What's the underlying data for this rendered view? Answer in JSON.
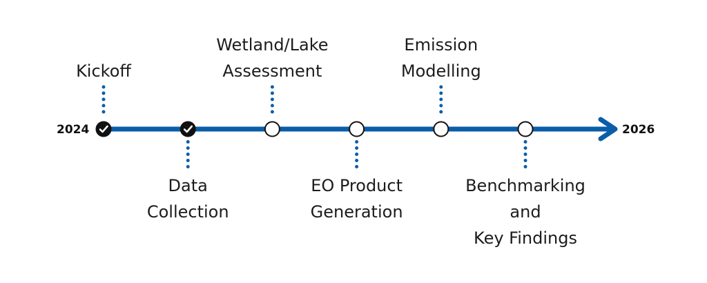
{
  "timeline": {
    "start_year": "2024",
    "end_year": "2026",
    "colors": {
      "axis": "#0A5EA8",
      "done_fill": "#111111",
      "pending_fill": "#ffffff",
      "text": "#1c1c1c"
    },
    "milestones": [
      {
        "label": "Kickoff",
        "lines": [
          "Kickoff"
        ],
        "position": "above",
        "status": "complete",
        "icon": "check-icon"
      },
      {
        "label": "Data Collection",
        "lines": [
          "Data",
          "Collection"
        ],
        "position": "below",
        "status": "complete",
        "icon": "check-icon"
      },
      {
        "label": "Wetland/Lake Assessment",
        "lines": [
          "Wetland/Lake",
          "Assessment"
        ],
        "position": "above",
        "status": "pending",
        "icon": "empty-circle-icon"
      },
      {
        "label": "EO Product Generation",
        "lines": [
          "EO Product",
          "Generation"
        ],
        "position": "below",
        "status": "pending",
        "icon": "empty-circle-icon"
      },
      {
        "label": "Emission Modelling",
        "lines": [
          "Emission",
          "Modelling"
        ],
        "position": "above",
        "status": "pending",
        "icon": "empty-circle-icon"
      },
      {
        "label": "Benchmarking and Key Findings",
        "lines": [
          "Benchmarking",
          "and",
          "Key Findings"
        ],
        "position": "below",
        "status": "pending",
        "icon": "empty-circle-icon"
      }
    ]
  }
}
